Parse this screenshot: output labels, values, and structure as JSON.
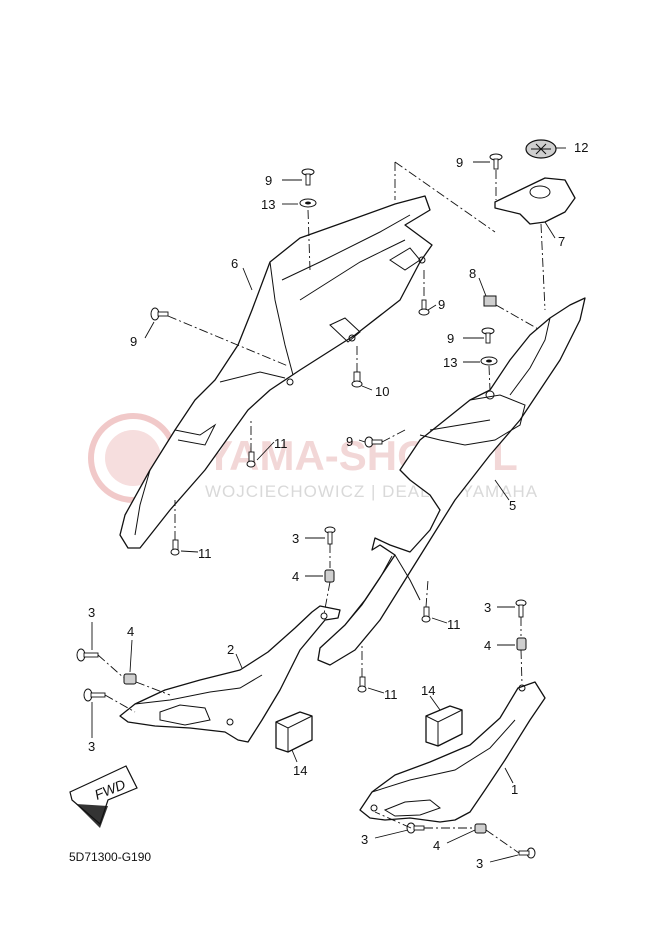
{
  "diagram_code": "5D71300-G190",
  "fwd_label": "FWD",
  "watermark": {
    "title": "YAMA-SHOP.PL",
    "subtitle": "WOJCIECHOWICZ | DEALER YAMAHA"
  },
  "callouts": {
    "c1": "1",
    "c2": "2",
    "c3a": "3",
    "c3b": "3",
    "c3c": "3",
    "c3d": "3",
    "c3e": "3",
    "c3f": "3",
    "c4a": "4",
    "c4b": "4",
    "c4c": "4",
    "c4d": "4",
    "c5": "5",
    "c6": "6",
    "c7": "7",
    "c8": "8",
    "c9a": "9",
    "c9b": "9",
    "c9c": "9",
    "c9d": "9",
    "c9e": "9",
    "c9f": "9",
    "c10": "10",
    "c11a": "11",
    "c11b": "11",
    "c11c": "11",
    "c11d": "11",
    "c12": "12",
    "c13a": "13",
    "c13b": "13",
    "c14a": "14",
    "c14b": "14"
  }
}
